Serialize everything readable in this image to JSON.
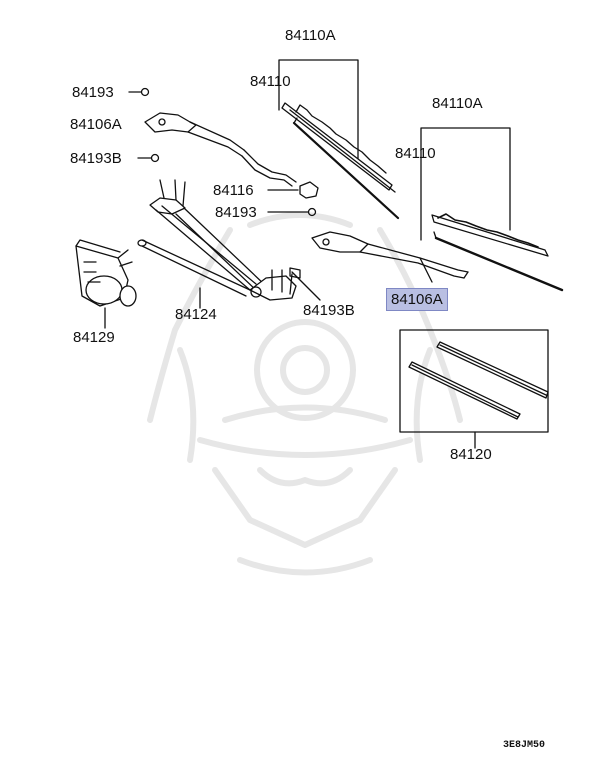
{
  "labels": {
    "arm_hose_a": "84110A",
    "blade_a": "84110",
    "arm_hose_b": "84110A",
    "blade_b": "84110",
    "nut_top": "84193",
    "arm_left": "84106A",
    "nut_left_b": "84193B",
    "cap": "84116",
    "nut_mid": "84193",
    "arm_right": "84106A",
    "link": "84124",
    "nut_right_b": "84193B",
    "motor": "84129",
    "refills": "84120"
  },
  "footer": {
    "diagram_code": "3E8JM50"
  },
  "colors": {
    "ink": "#111111",
    "highlight": "#b9bfe2",
    "watermark": "#e4e4e4"
  }
}
